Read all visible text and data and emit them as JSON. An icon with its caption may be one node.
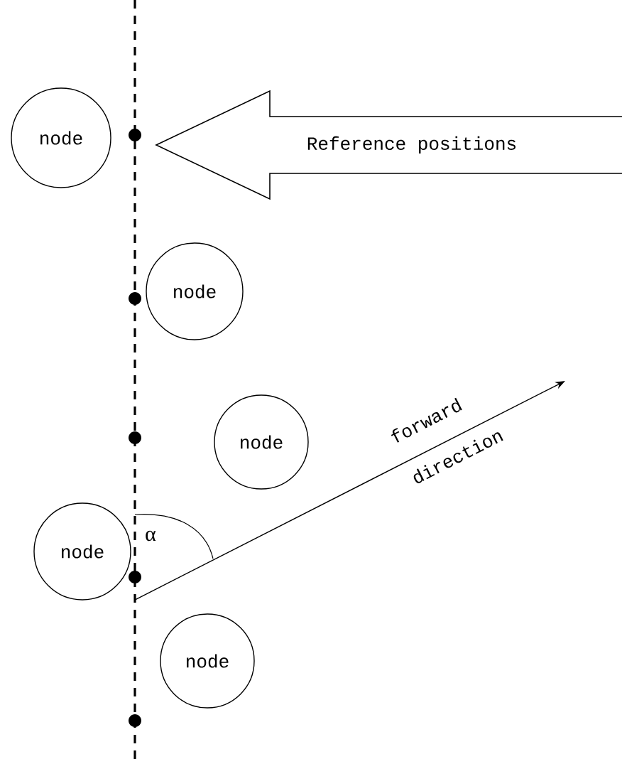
{
  "diagram": {
    "nodes": [
      {
        "text": [
          "node"
        ]
      },
      {
        "text": [
          "Reference positions"
        ]
      },
      {
        "text": [
          "node"
        ]
      },
      {
        "text": [
          "node"
        ]
      },
      {
        "text": [
          "node"
        ]
      },
      {
        "text": [
          "node"
        ]
      }
    ],
    "labels": [
      "forward",
      "direction",
      "α"
    ]
  }
}
